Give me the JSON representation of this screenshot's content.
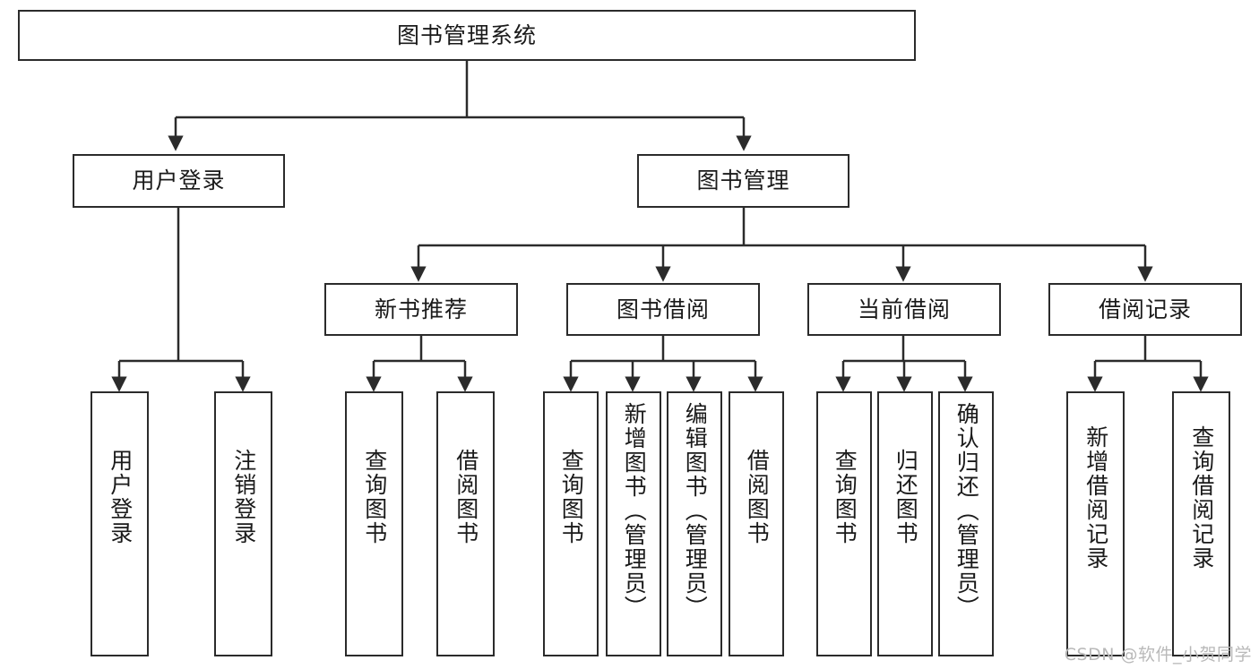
{
  "diagram": {
    "title": "图书管理系统",
    "type": "tree-hierarchy",
    "stroke_color": "#2b2b2b",
    "fill_color": "#ffffff",
    "text_color": "#1a1a1a"
  },
  "nodes": {
    "root": {
      "label": "图书管理系统"
    },
    "level2": [
      {
        "label": "用户登录"
      },
      {
        "label": "图书管理"
      }
    ],
    "level3": [
      {
        "label": "新书推荐"
      },
      {
        "label": "图书借阅"
      },
      {
        "label": "当前借阅"
      },
      {
        "label": "借阅记录"
      }
    ],
    "leaves": {
      "user_login": [
        {
          "label": "用户登录"
        },
        {
          "label": "注销登录"
        }
      ],
      "new_book": [
        {
          "label": "查询图书"
        },
        {
          "label": "借阅图书"
        }
      ],
      "book_borrow": [
        {
          "label": "查询图书"
        },
        {
          "label": "新增图书（管理员）"
        },
        {
          "label": "编辑图书（管理员）"
        },
        {
          "label": "借阅图书"
        }
      ],
      "current_borrow": [
        {
          "label": "查询图书"
        },
        {
          "label": "归还图书"
        },
        {
          "label": "确认归还（管理员）"
        }
      ],
      "borrow_record": [
        {
          "label": "新增借阅记录"
        },
        {
          "label": "查询借阅记录"
        }
      ]
    }
  },
  "watermark": {
    "text": "CSDN @软件_小贺同学"
  }
}
